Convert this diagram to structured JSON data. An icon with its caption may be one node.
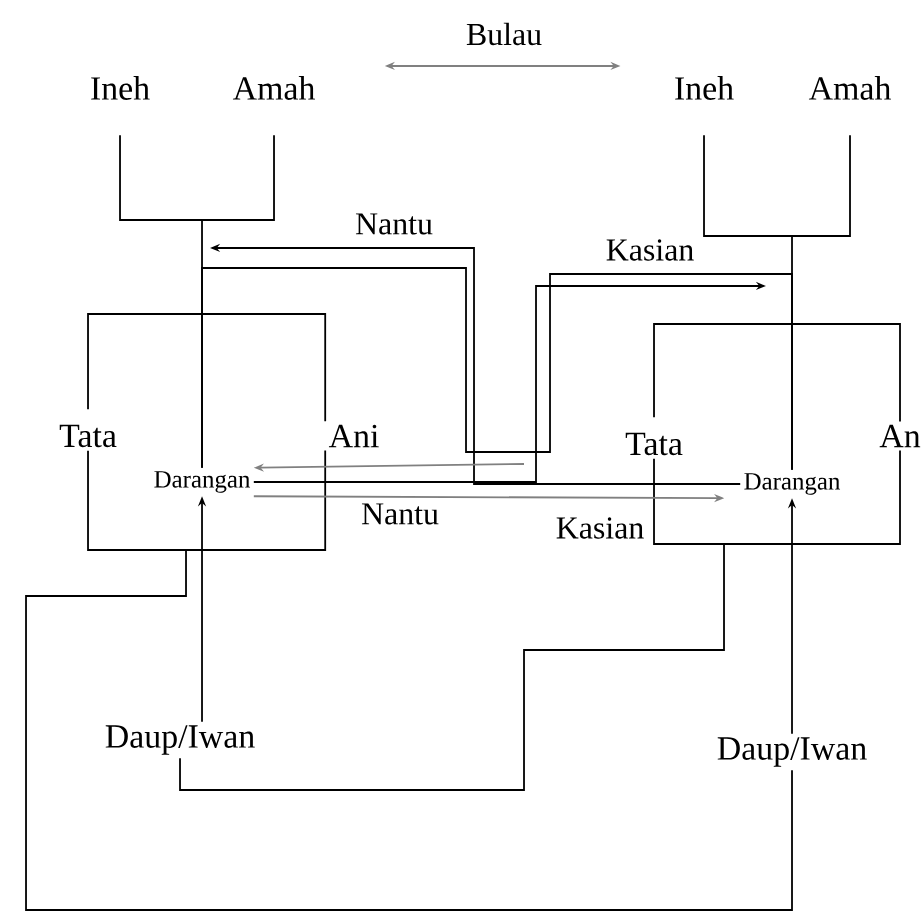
{
  "diagram": {
    "nodes": [
      {
        "text": [
          "Ineh"
        ]
      },
      {
        "text": [
          "Amah"
        ]
      },
      {
        "text": [
          "Ineh"
        ]
      },
      {
        "text": [
          "Amah"
        ]
      },
      {
        "text": [
          "Tata"
        ]
      },
      {
        "text": [
          "Ani"
        ]
      },
      {
        "text": [
          "Darangan"
        ]
      },
      {
        "text": [
          "Tata"
        ]
      },
      {
        "text": [
          "An"
        ]
      },
      {
        "text": [
          "Darangan"
        ]
      },
      {
        "text": [
          "Daup/Iwan"
        ]
      },
      {
        "text": [
          "Daup/Iwan"
        ]
      }
    ],
    "edges": [
      {
        "from": 1,
        "to": 2,
        "arrow": "both",
        "label": "Bulau",
        "color": "#808080"
      },
      {
        "from": 0,
        "to": 6,
        "arrow": "none"
      },
      {
        "from": 1,
        "to": 6,
        "arrow": "none"
      },
      {
        "from": 2,
        "to": 9,
        "arrow": "none"
      },
      {
        "from": 3,
        "to": 9,
        "arrow": "none"
      },
      {
        "from": 4,
        "to": 5,
        "arrow": "none"
      },
      {
        "from": 7,
        "to": 8,
        "arrow": "none"
      },
      {
        "from": 4,
        "to": 11,
        "arrow": "none"
      },
      {
        "from": 5,
        "to": 11,
        "arrow": "none"
      },
      {
        "from": 7,
        "to": 10,
        "arrow": "none"
      },
      {
        "from": 8,
        "to": 10,
        "arrow": "none"
      },
      {
        "from": 10,
        "to": 6,
        "arrow": "to"
      },
      {
        "from": 11,
        "to": 9,
        "arrow": "to"
      },
      {
        "from": 9,
        "to": null,
        "arrow": "to",
        "label": "Nantu"
      },
      {
        "from": 6,
        "to": null,
        "arrow": "to",
        "label": "Kasian"
      },
      {
        "from": null,
        "to": 6,
        "arrow": "to",
        "label": "Nantu",
        "color": "#808080"
      },
      {
        "from": 6,
        "to": 9,
        "arrow": "to",
        "label": "Kasian",
        "color": "#808080"
      },
      {
        "from": 6,
        "to": 9,
        "arrow": "none"
      }
    ]
  }
}
